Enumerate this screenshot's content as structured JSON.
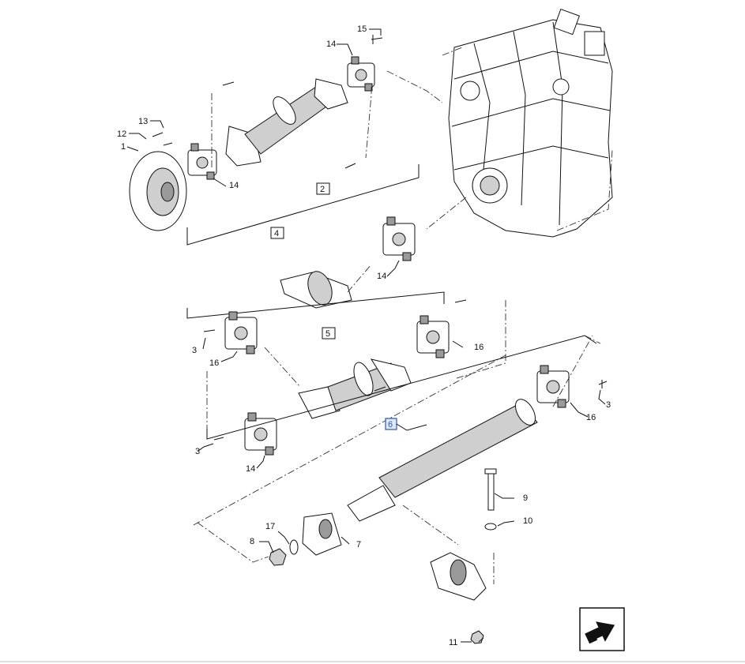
{
  "diagram": {
    "callouts": {
      "c1": "1",
      "c2": "2",
      "c3a": "3",
      "c3b": "3",
      "c3c": "3",
      "c4": "4",
      "c5": "5",
      "c6": "6",
      "c7": "7",
      "c8": "8",
      "c9": "9",
      "c10": "10",
      "c11": "11",
      "c12": "12",
      "c13": "13",
      "c14a": "14",
      "c14b": "14",
      "c14c": "14",
      "c14d": "14",
      "c15": "15",
      "c16a": "16",
      "c16b": "16",
      "c16c": "16",
      "c17": "17"
    },
    "highlighted_callout": "6",
    "nav_icon": "arrow-return-icon",
    "colors": {
      "highlight_fill": "#dfe9fb",
      "highlight_stroke": "#2a56b8",
      "line": "#111111"
    }
  }
}
